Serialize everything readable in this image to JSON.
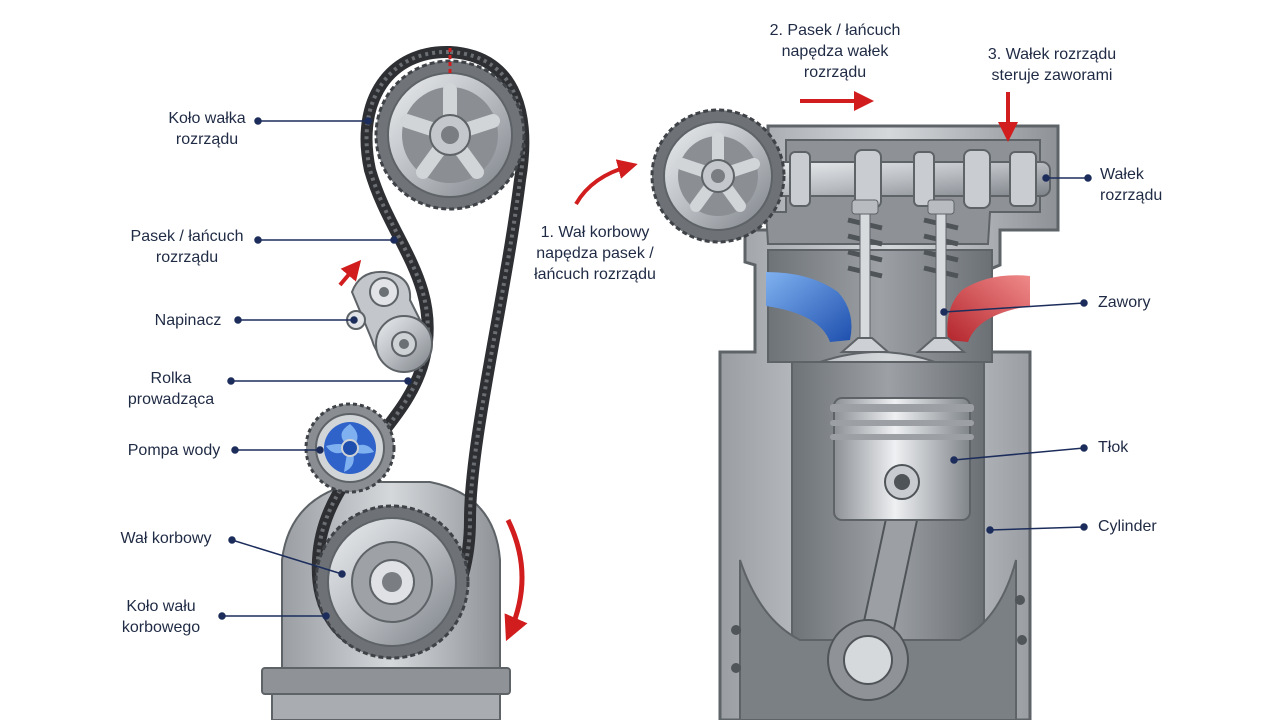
{
  "colors": {
    "leader": "#1c2d5c",
    "arrow": "#d11d1d",
    "metal_light": "#d7d9dc",
    "metal_mid": "#a7abb0",
    "metal_dark": "#5e6368",
    "belt": "#2d2f33",
    "pump_blue": "#2f63c9",
    "intake_blue": "#3f7fd6",
    "exhaust_red": "#c9343a"
  },
  "left_labels": [
    {
      "id": "camshaft-pulley",
      "text": "Koło wałka\nrozrządu"
    },
    {
      "id": "timing-belt",
      "text": "Pasek / łańcuch\nrozrządu"
    },
    {
      "id": "tensioner",
      "text": "Napinacz"
    },
    {
      "id": "guide-roller",
      "text": "Rolka\nprowadząca"
    },
    {
      "id": "water-pump",
      "text": "Pompa wody"
    },
    {
      "id": "crankshaft",
      "text": "Wał korbowy"
    },
    {
      "id": "crankshaft-pulley",
      "text": "Koło wału\nkorbowego"
    }
  ],
  "right_labels": [
    {
      "id": "camshaft",
      "text": "Wałek\nrozrządu"
    },
    {
      "id": "valves",
      "text": "Zawory"
    },
    {
      "id": "piston",
      "text": "Tłok"
    },
    {
      "id": "cylinder",
      "text": "Cylinder"
    }
  ],
  "steps": [
    {
      "id": "step-1",
      "text": "1. Wał korbowy\nnapędza pasek /\nłańcuch rozrządu"
    },
    {
      "id": "step-2",
      "text": "2. Pasek / łańcuch\nnapędza wałek\nrozrządu"
    },
    {
      "id": "step-3",
      "text": "3. Wałek rozrządu\nsteruje zaworami"
    }
  ]
}
